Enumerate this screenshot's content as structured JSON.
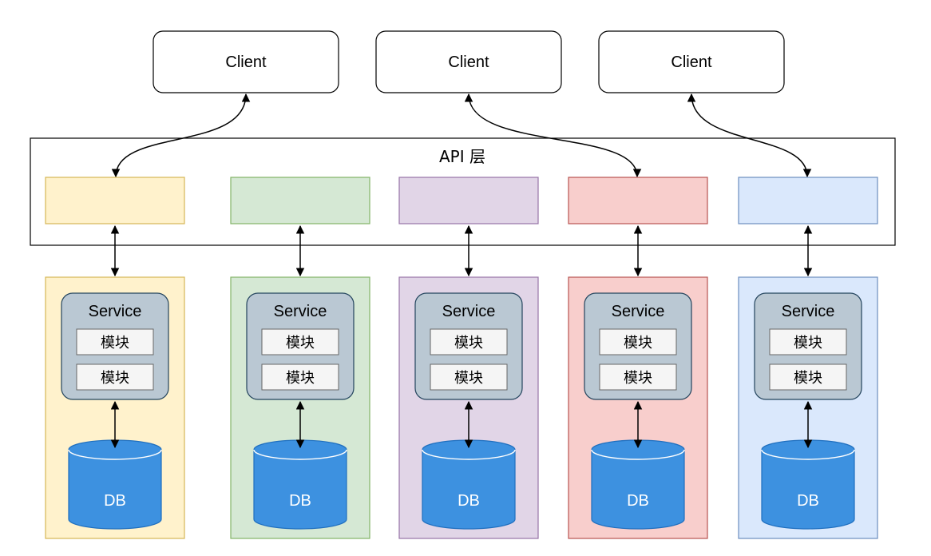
{
  "clients": [
    {
      "label": "Client"
    },
    {
      "label": "Client"
    },
    {
      "label": "Client"
    }
  ],
  "api_layer": {
    "label": "API 层"
  },
  "columns": [
    {
      "fill": "#fff2cc",
      "stroke": "#d6b656",
      "service": "Service",
      "modules": [
        "模块",
        "模块"
      ],
      "db": "DB"
    },
    {
      "fill": "#d5e8d4",
      "stroke": "#82b366",
      "service": "Service",
      "modules": [
        "模块",
        "模块"
      ],
      "db": "DB"
    },
    {
      "fill": "#e1d5e7",
      "stroke": "#9673a6",
      "service": "Service",
      "modules": [
        "模块",
        "模块"
      ],
      "db": "DB"
    },
    {
      "fill": "#f8cecc",
      "stroke": "#b85450",
      "service": "Service",
      "modules": [
        "模块",
        "模块"
      ],
      "db": "DB"
    },
    {
      "fill": "#dae8fc",
      "stroke": "#6c8ebf",
      "service": "Service",
      "modules": [
        "模块",
        "模块"
      ],
      "db": "DB"
    }
  ],
  "colors": {
    "service_fill": "#bac8d3",
    "service_stroke": "#23445d",
    "module_fill": "#f5f5f5",
    "module_stroke": "#666666",
    "db_fill": "#3d91e0",
    "db_stroke": "#1f6fbf"
  }
}
